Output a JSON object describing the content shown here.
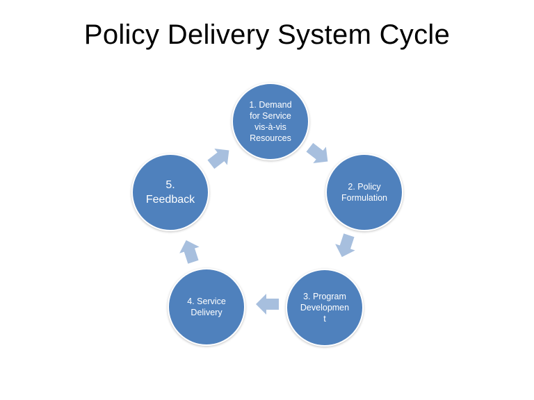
{
  "title": "Policy Delivery System Cycle",
  "colors": {
    "node_fill": "#4F81BD",
    "arrow_fill": "#A7BFDE"
  },
  "nodes": [
    {
      "label": "1. Demand\nfor Service\nvis-à-vis\nResources"
    },
    {
      "label": "2.  Policy\nFormulation"
    },
    {
      "label": "3. Program\nDevelopmen\nt"
    },
    {
      "label": "4. Service\nDelivery"
    },
    {
      "label": "5.\nFeedback"
    }
  ]
}
